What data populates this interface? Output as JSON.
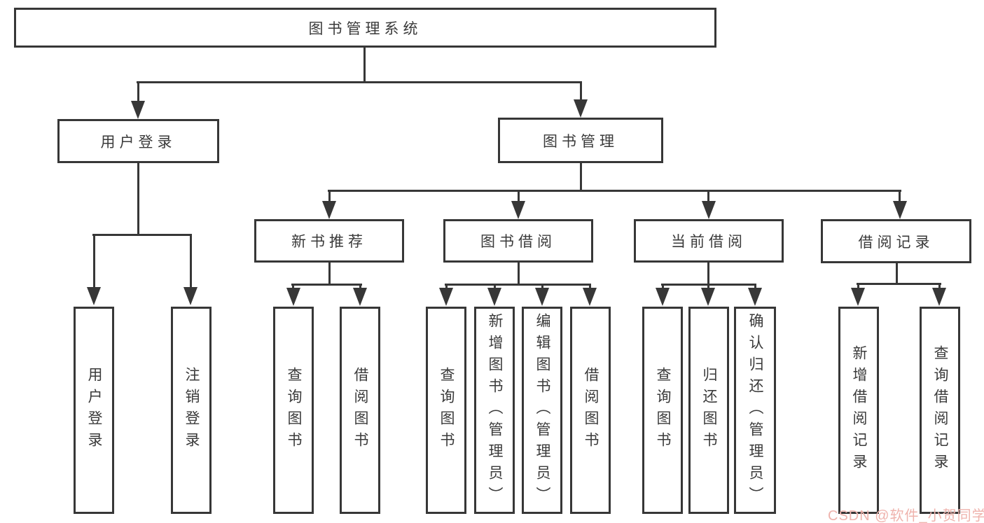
{
  "diagram": {
    "root": {
      "label": "图书管理系统"
    },
    "branches": [
      {
        "label": "用户登录",
        "children": [
          {
            "label": "用户登录"
          },
          {
            "label": "注销登录"
          }
        ]
      },
      {
        "label": "图书管理",
        "children": [
          {
            "label": "新书推荐",
            "children": [
              {
                "label": "查询图书"
              },
              {
                "label": "借阅图书"
              }
            ]
          },
          {
            "label": "图书借阅",
            "children": [
              {
                "label": "查询图书"
              },
              {
                "label": "新增图书（管理员）"
              },
              {
                "label": "编辑图书（管理员）"
              },
              {
                "label": "借阅图书"
              }
            ]
          },
          {
            "label": "当前借阅",
            "children": [
              {
                "label": "查询图书"
              },
              {
                "label": "归还图书"
              },
              {
                "label": "确认归还（管理员）"
              }
            ]
          },
          {
            "label": "借阅记录",
            "children": [
              {
                "label": "新增借阅记录"
              },
              {
                "label": "查询借阅记录"
              }
            ]
          }
        ]
      }
    ]
  },
  "watermark": {
    "text": "CSDN @软件_小贺同学",
    "color": "#efb3ad"
  },
  "colors": {
    "line": "#373737",
    "text": "#3a3a3a",
    "background": "#ffffff"
  }
}
